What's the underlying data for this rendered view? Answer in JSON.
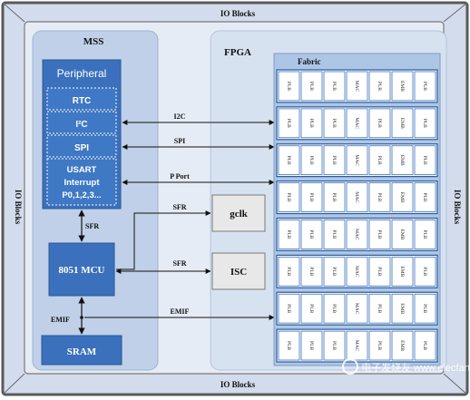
{
  "colors": {
    "border_frame": "#5a5a5a",
    "outer_fill": "#d3dcec",
    "inner_fill": "#e6ecf5",
    "panel_fill": "#bfd0e8",
    "dark_blue": "#3a70bc",
    "fabric_fill": "#aec6e6",
    "light_box": "#e8e8e8",
    "white": "#ffffff",
    "text": "#111111"
  },
  "io_blocks": {
    "top": "IO Blocks",
    "bottom": "IO Blocks",
    "left": "IO Blocks",
    "right": "IO Blocks"
  },
  "mss": {
    "title": "MSS",
    "peripheral": {
      "title": "Peripheral",
      "items": [
        "RTC",
        "I²C",
        "SPI"
      ],
      "usart": [
        "USART",
        "Interrupt",
        "P0,1,2,3..."
      ]
    },
    "mcu": "8051 MCU",
    "sram": "SRAM",
    "sfr_label": "SFR",
    "emif_label": "EMIF"
  },
  "fpga": {
    "title": "FPGA",
    "fabric_title": "Fabric",
    "gclk": "gclk",
    "isc": "ISC",
    "fabric_rows": 8,
    "fabric_cells": [
      "PLB",
      "PLB",
      "PLB",
      "MAC",
      "PLB",
      "EMB",
      "PLB"
    ]
  },
  "bus_labels": {
    "i2c": "I2C",
    "spi": "SPI",
    "pport": "P Port",
    "sfr_gclk": "SFR",
    "sfr_isc": "SFR",
    "emif": "EMIF"
  },
  "watermark": "电子发烧友 www.elecfans.com"
}
